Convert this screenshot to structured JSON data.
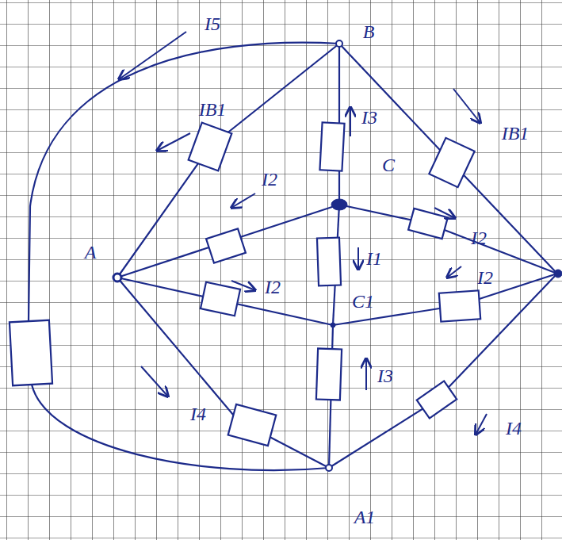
{
  "diagram": {
    "labels": [
      "I5",
      "B",
      "IB1",
      "I3",
      "IB1",
      "I2",
      "C",
      "I2",
      "A",
      "I1",
      "I2",
      "C1",
      "I2",
      "I3",
      "I4",
      "I4",
      "A1"
    ]
  }
}
